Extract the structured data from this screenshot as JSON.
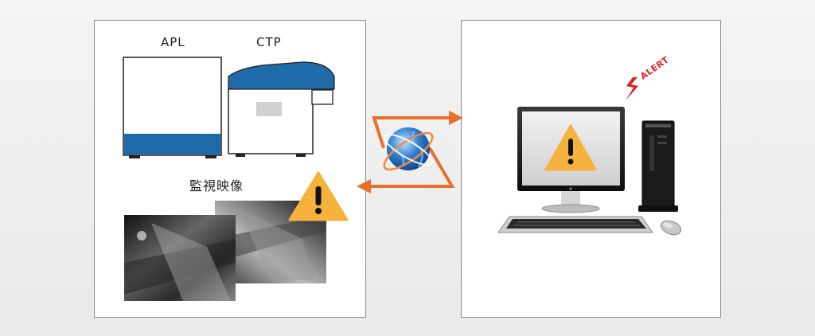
{
  "devices": {
    "apl_label": "APL",
    "ctp_label": "CTP"
  },
  "monitoring": {
    "label": "監視映像"
  },
  "alert": {
    "text": "ALERT"
  },
  "colors": {
    "machine_blue": "#1f6aa8",
    "arrow_orange": "#e8702a",
    "warning_yellow": "#f5b23d",
    "alert_red": "#e02020"
  }
}
